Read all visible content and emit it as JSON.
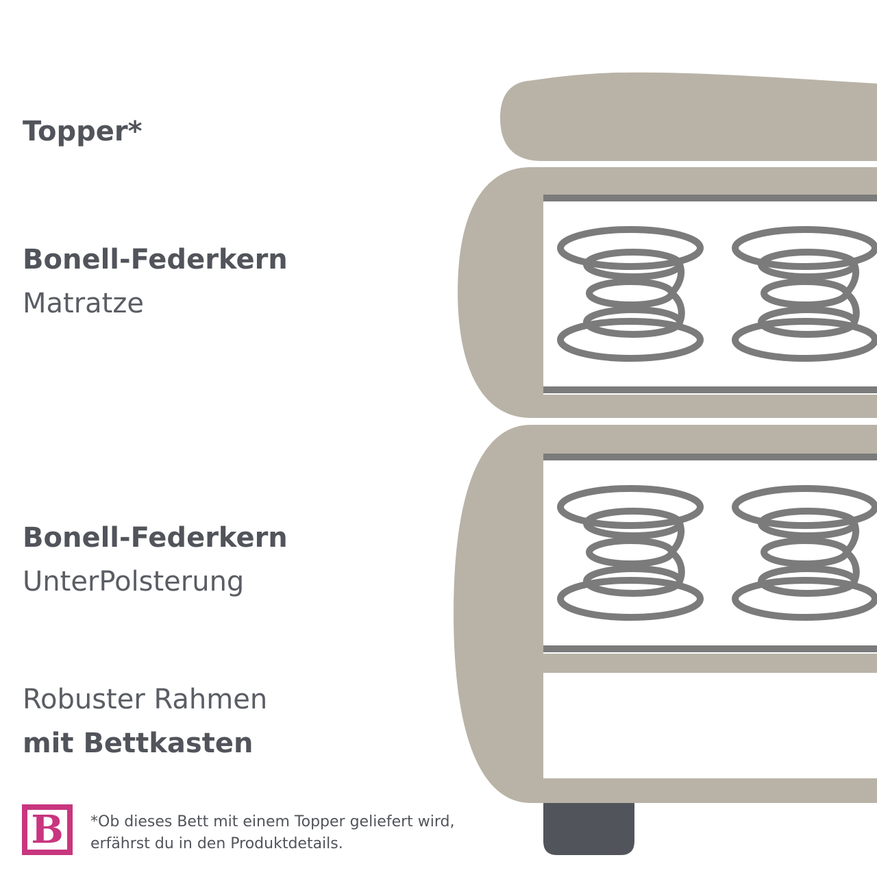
{
  "labels": {
    "topper": "Topper*",
    "mattress_title": "Bonell-Federkern",
    "mattress_sub": "Matratze",
    "base_title": "Bonell-Federkern",
    "base_sub": "UnterPolsterung",
    "frame_line1": "Robuster Rahmen",
    "frame_line2": "mit Bettkasten"
  },
  "logo": {
    "letter": "B",
    "color": "#c8367f"
  },
  "footnote": {
    "line1": "*Ob dieses Bett mit einem Topper geliefert wird,",
    "line2": "erfährst du in den Produktdetails."
  },
  "colors": {
    "upholstery": "#b9b3a7",
    "spring": "#7b7b7b",
    "foot": "#51545a",
    "text": "#51545a"
  }
}
